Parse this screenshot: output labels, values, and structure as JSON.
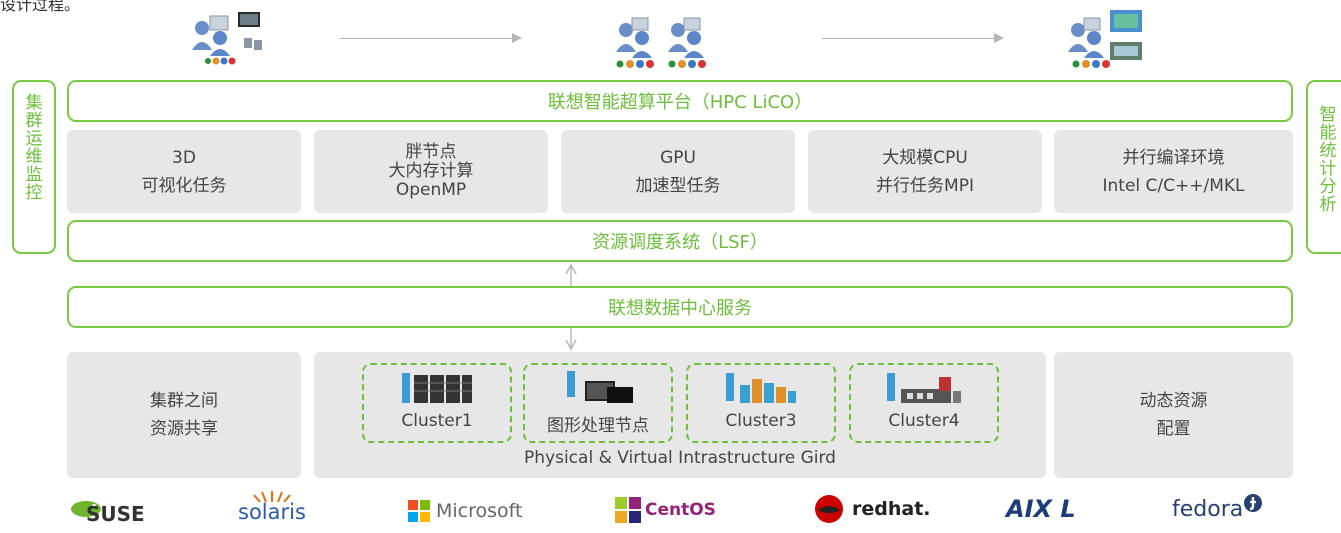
{
  "intro_text": "设计过程。",
  "left_sidebar": [
    "集",
    "群",
    "运",
    "维",
    "监",
    "控"
  ],
  "right_sidebar": [
    "智",
    "能",
    "统",
    "计",
    "分",
    "析"
  ],
  "top_bar": "联想智能超算平台（HPC LiCO）",
  "tasks": [
    {
      "lines": [
        "3D",
        "可视化任务"
      ]
    },
    {
      "lines": [
        "胖节点",
        "大内存计算",
        "OpenMP"
      ]
    },
    {
      "lines": [
        "GPU",
        "加速型任务"
      ]
    },
    {
      "lines": [
        "大规模CPU",
        "并行任务MPI"
      ]
    },
    {
      "lines": [
        "并行编译环境",
        "Intel C/C++/MKL"
      ]
    }
  ],
  "lsf_bar": "资源调度系统（LSF）",
  "service_bar": "联想数据中心服务",
  "left_box": [
    "集群之间",
    "资源共享"
  ],
  "right_box": [
    "动态资源",
    "配置"
  ],
  "clusters": [
    "Cluster1",
    "图形处理节点",
    "Cluster3",
    "Cluster4"
  ],
  "infra_label": "Physical & Virtual Intrastructure Gird",
  "os_logos": [
    "SUSE",
    "solaris",
    "Microsoft",
    "CentOS",
    "redhat.",
    "AIX L",
    "fedora"
  ],
  "colors": {
    "accent": "#6cbf3a",
    "grey": "#e7e7e7"
  }
}
